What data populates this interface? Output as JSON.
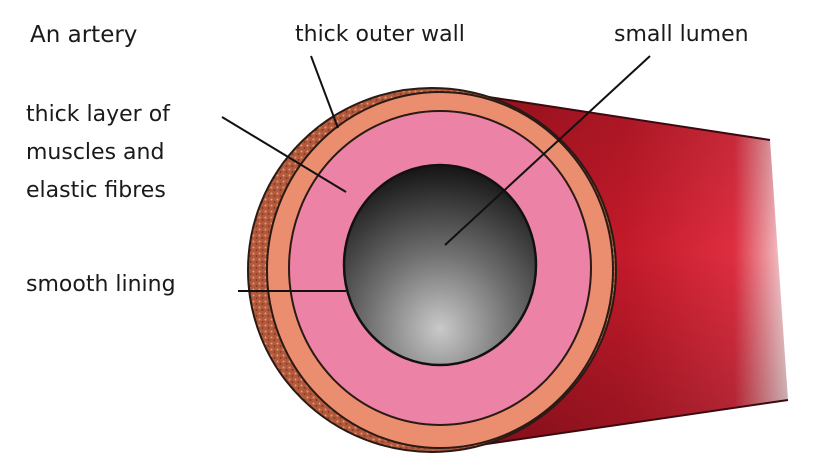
{
  "title": "An artery",
  "labels": {
    "outer_wall": "thick outer wall",
    "lumen": "small lumen",
    "muscle": "thick layer of muscles and elastic fibres",
    "lining": "smooth lining"
  },
  "colors": {
    "outer_wall": "#eb8e6f",
    "muscle_layer": "#ec82a6",
    "vessel_body": "#c01827",
    "lumen_dark": "#101010",
    "lumen_light": "#c9c9c9"
  }
}
